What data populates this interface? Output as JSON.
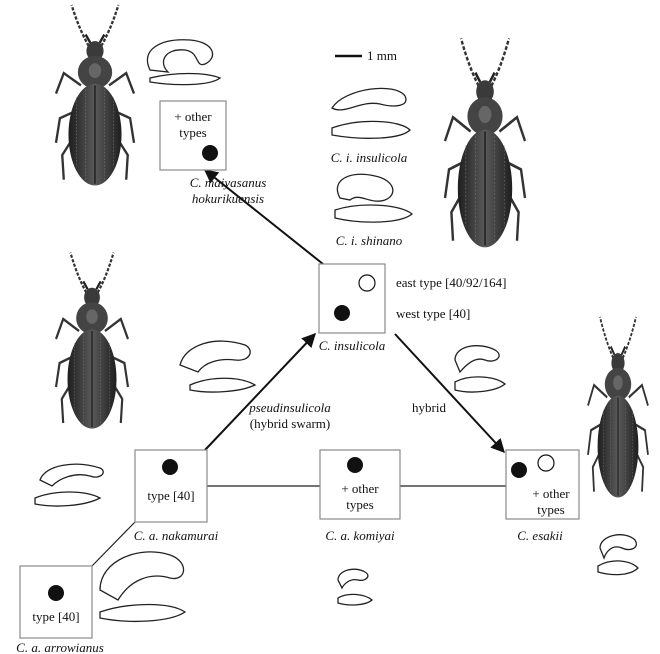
{
  "scale_bar": "1 mm",
  "labels": {
    "maiyasanus_box_text": [
      "+ other",
      "types"
    ],
    "maiyasanus_name": [
      "C. maiyasanus",
      "hokurikuensis"
    ],
    "insulicola_insulicola": "C. i. insulicola",
    "insulicola_shinano": "C. i. shinano",
    "east_type": "east type [40/92/164]",
    "west_type": "west type [40]",
    "insulicola": "C. insulicola",
    "hybrid": "hybrid",
    "pseudinsulicola": [
      "pseudinsulicola",
      "(hybrid swarm)"
    ],
    "nakamurai_box_text": "type [40]",
    "nakamurai": "C. a. nakamurai",
    "komiyai_box_text": [
      "+ other",
      "types"
    ],
    "komiyai": "C. a. komiyai",
    "esakii_box_text": [
      "+ other",
      "types"
    ],
    "esakii": "C. esakii",
    "arrowianus_box_text": "type [40]",
    "arrowianus": "C. a. arrowianus"
  },
  "colors": {
    "filled_dot": "#111111",
    "open_dot": "#ffffff",
    "beetle_body": "#2b2b2b"
  }
}
